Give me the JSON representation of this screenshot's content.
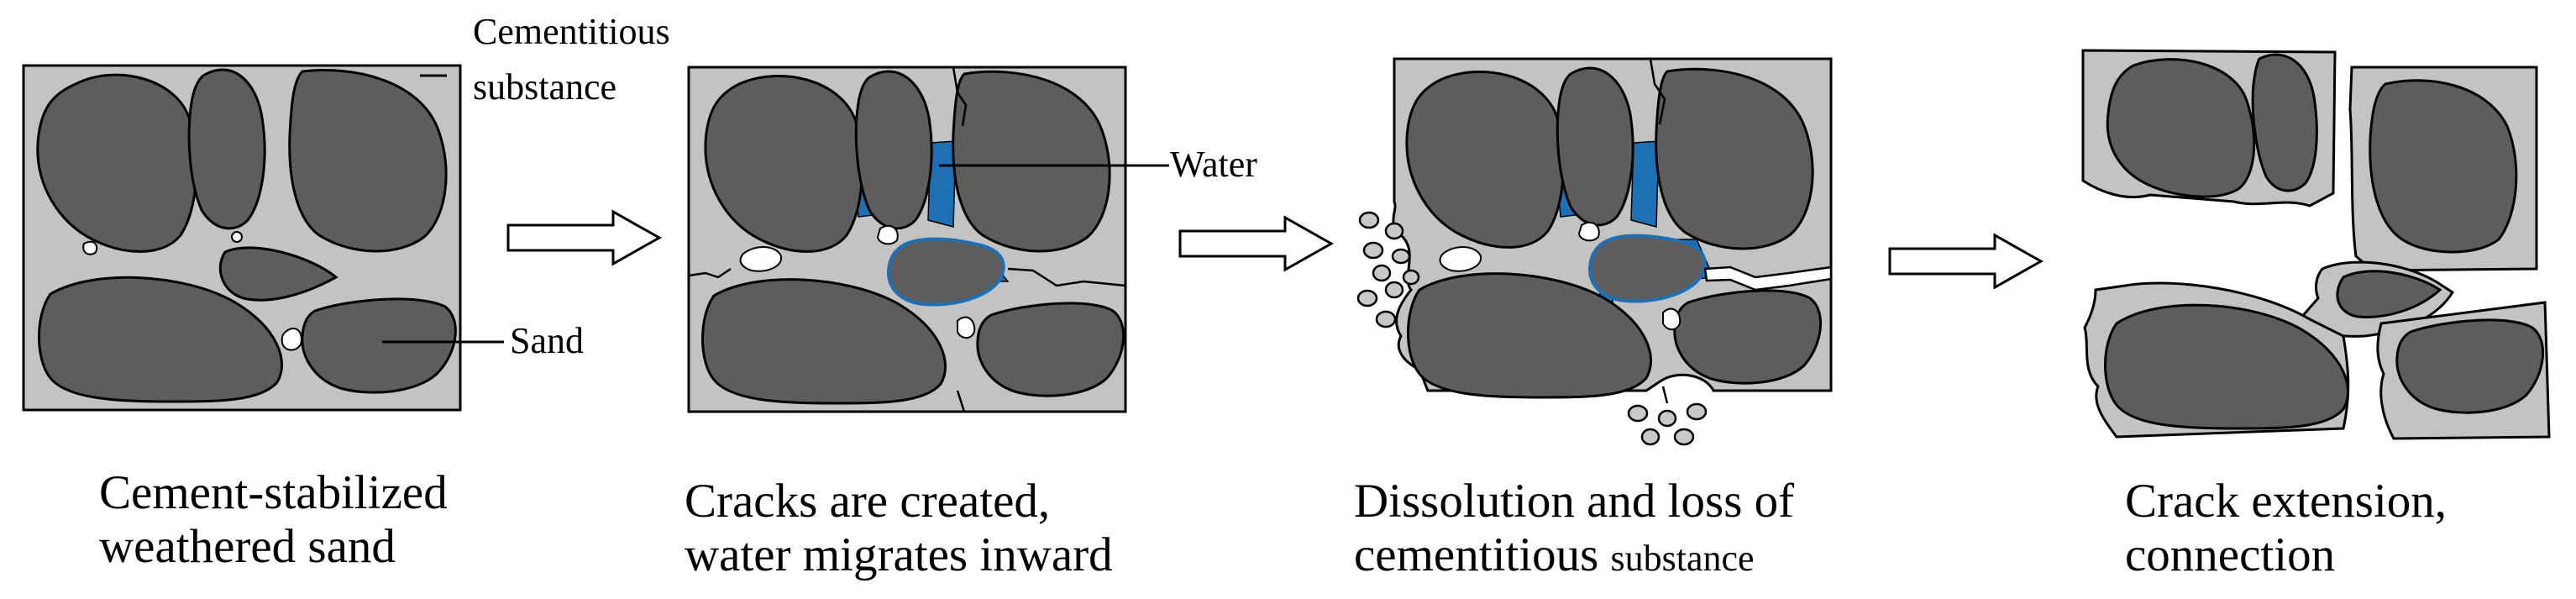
{
  "panels": [
    {
      "caption": {
        "line1": "Cement-stabilized",
        "line2": "weathered sand"
      },
      "labels": {
        "cementitious_line1": "Cementitious",
        "cementitious_line2": "substance",
        "sand": "Sand"
      }
    },
    {
      "caption": {
        "line1": "Cracks are created,",
        "line2": "water migrates inward"
      },
      "labels": {
        "water": "Water"
      }
    },
    {
      "caption": {
        "line1": "Dissolution and loss of",
        "line2_main": "cementitious",
        "line2_small": "substance"
      }
    },
    {
      "caption": {
        "line1": "Crack extension,",
        "line2": "connection"
      }
    }
  ],
  "colors": {
    "sand": "#5d5d5d",
    "cementitious_substance": "#c3c3c3",
    "water": "#1f6fb4",
    "void": "#ffffff"
  }
}
